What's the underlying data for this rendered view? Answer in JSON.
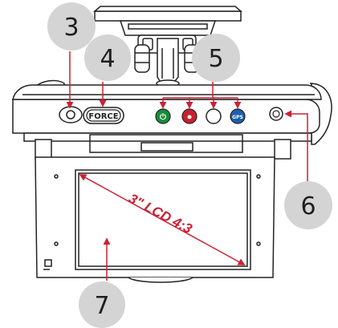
{
  "callouts": [
    {
      "number": "3",
      "part": "reset button"
    },
    {
      "number": "4",
      "part": "force button"
    },
    {
      "number": "5",
      "part": "control buttons"
    },
    {
      "number": "6",
      "part": "side button"
    },
    {
      "number": "7",
      "part": "lcd screen"
    }
  ],
  "force_button_label": "FORCE",
  "button_labels": {
    "power": "⏻",
    "record": "⏺",
    "gps": "GPS"
  },
  "screen_label": "3\" LCD 4:3",
  "colors": {
    "outline": "#222222",
    "callout_circle": "#d4d4d4",
    "arrow_red": "#cc2033",
    "power_green": "#1a8c3a",
    "record_red": "#cc1e2c",
    "gps_blue": "#1c5fae"
  }
}
